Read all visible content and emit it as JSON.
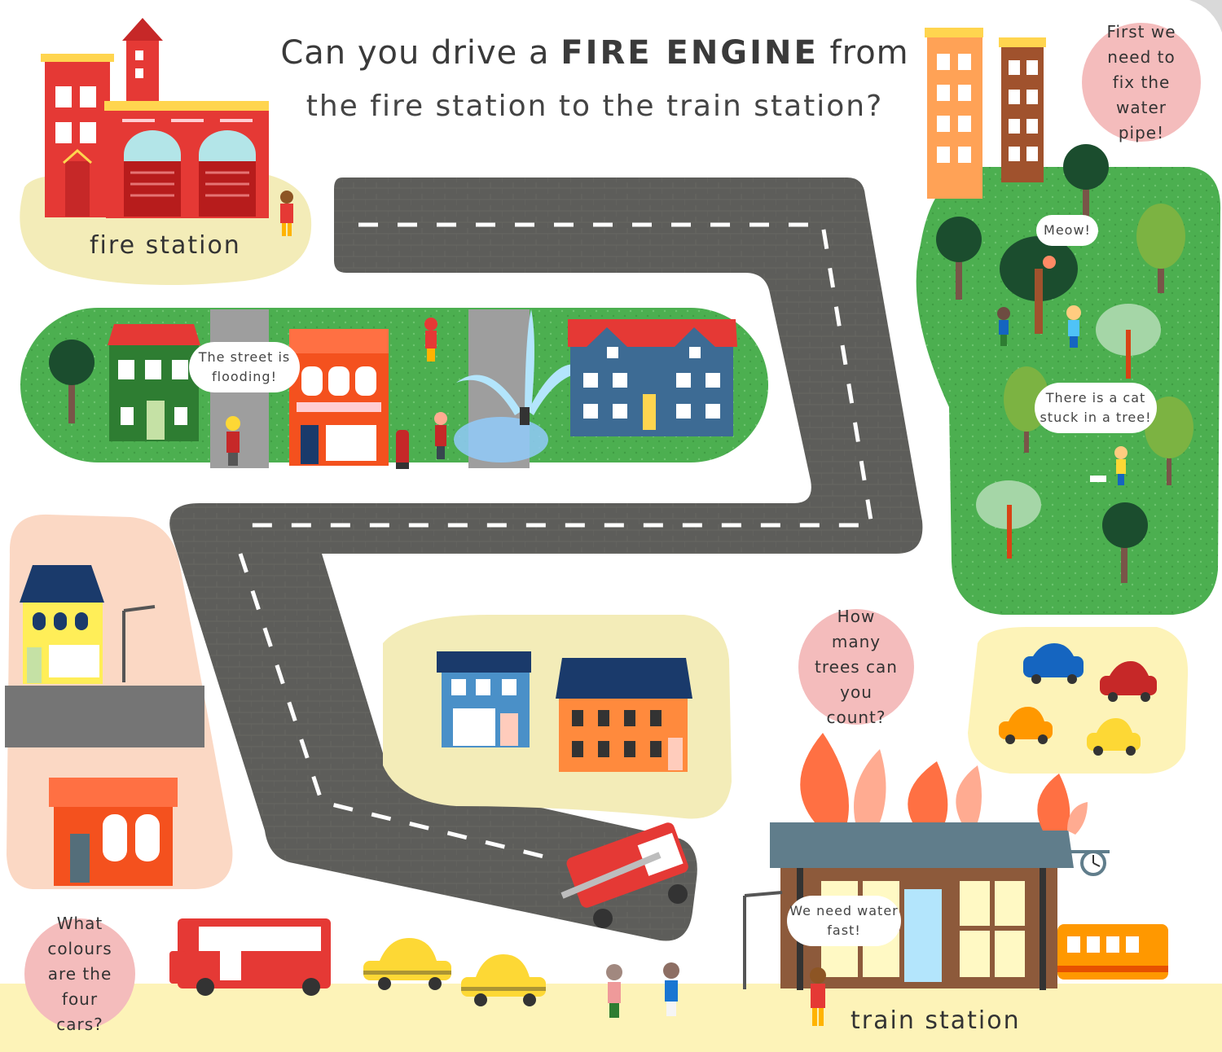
{
  "title": {
    "line1_prefix": "Can you drive a",
    "line1_emphasis": "FIRE ENGINE",
    "line1_suffix": "from",
    "line2": "the fire station to the train station?"
  },
  "labels": {
    "fire_station": "fire station",
    "train_station": "train station"
  },
  "bubbles": {
    "water_pipe": "First we need to fix the water pipe!",
    "trees": "How many trees can you count?",
    "cars": "What colours are the four cars?"
  },
  "speech": {
    "flooding": "The street is flooding!",
    "meow": "Meow!",
    "cat": "There is a cat stuck in a tree!",
    "water": "We need water fast!"
  },
  "colors": {
    "road": "#5d5d5a",
    "grass": "#4caf50",
    "sand": "#f3ecb8",
    "pink": "#f4bcbc",
    "fire_red": "#e53935"
  }
}
